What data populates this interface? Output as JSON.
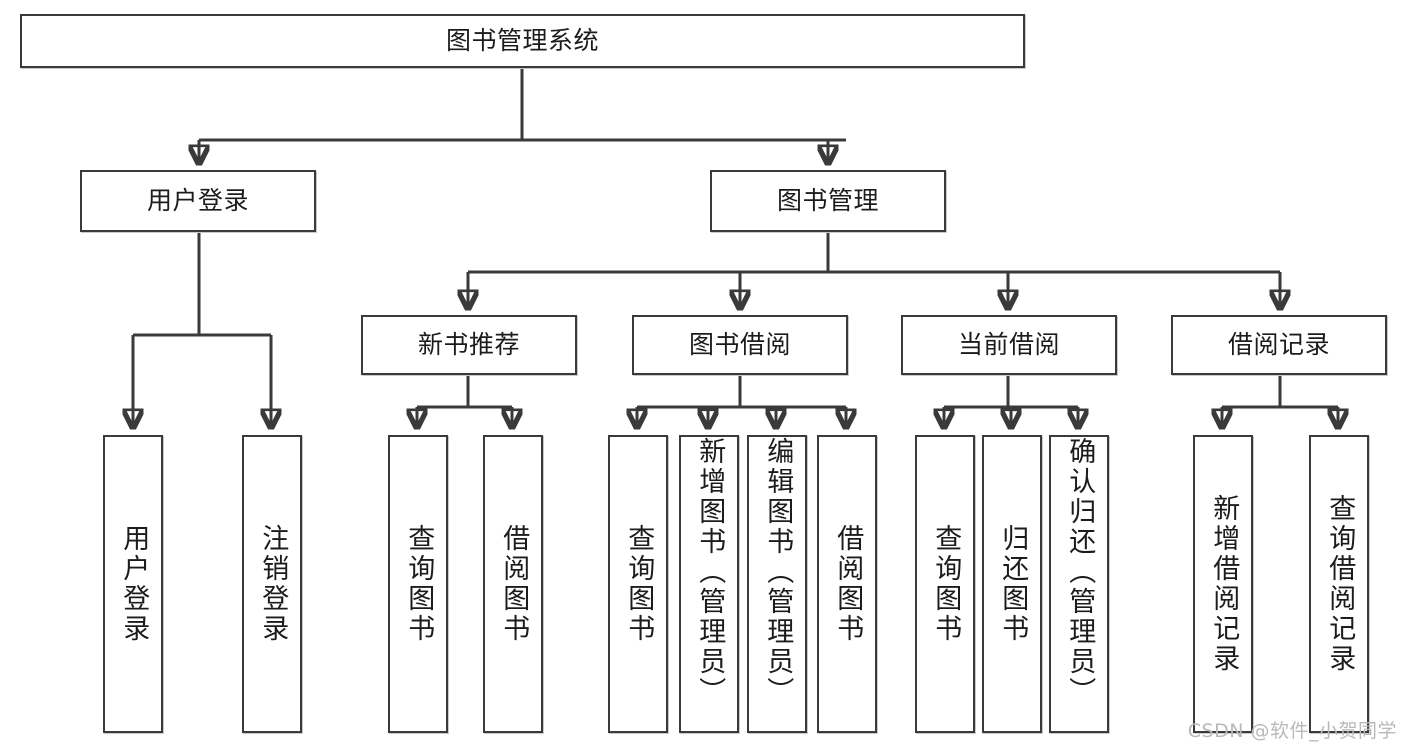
{
  "diagram": {
    "title": "图书管理系统",
    "root": {
      "label": "图书管理系统"
    },
    "level2": [
      {
        "label": "用户登录"
      },
      {
        "label": "图书管理"
      }
    ],
    "level3": [
      {
        "label": "新书推荐"
      },
      {
        "label": "图书借阅"
      },
      {
        "label": "当前借阅"
      },
      {
        "label": "借阅记录"
      }
    ],
    "leaves": {
      "user_login": [
        {
          "label": "用户登录"
        },
        {
          "label": "注销登录"
        }
      ],
      "new_books": [
        {
          "label": "查询图书"
        },
        {
          "label": "借阅图书"
        }
      ],
      "book_borrow": [
        {
          "label": "查询图书"
        },
        {
          "label": "新增图书（管理员）"
        },
        {
          "label": "编辑图书（管理员）"
        },
        {
          "label": "借阅图书"
        }
      ],
      "current_borrow": [
        {
          "label": "查询图书"
        },
        {
          "label": "归还图书"
        },
        {
          "label": "确认归还（管理员）"
        }
      ],
      "borrow_records": [
        {
          "label": "新增借阅记录"
        },
        {
          "label": "查询借阅记录"
        }
      ]
    }
  },
  "watermark": {
    "text": "CSDN @软件_小贺同学"
  },
  "colors": {
    "stroke": "#3a3a3a",
    "text": "#1c1c1c",
    "background": "#ffffff",
    "watermark": "#b9b9b9"
  }
}
